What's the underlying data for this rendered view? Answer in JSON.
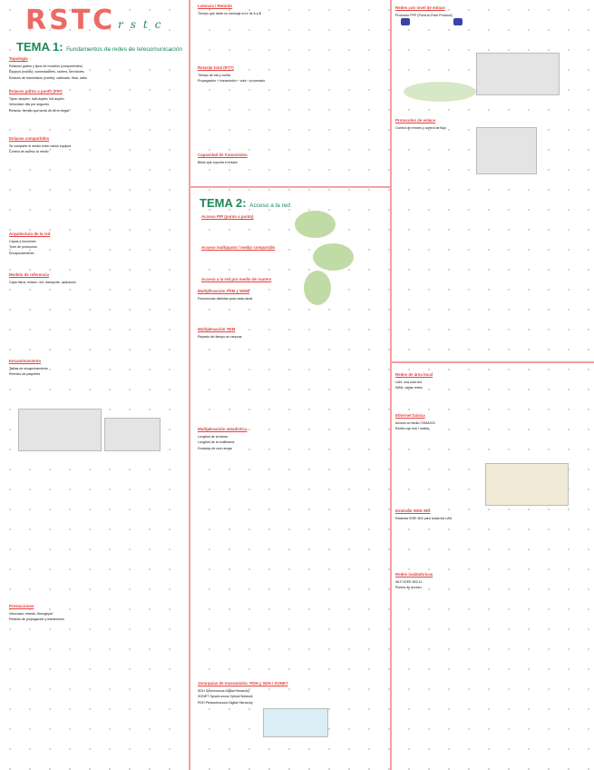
{
  "title": "RSTC",
  "subtitle": "rstc",
  "tema1": {
    "label": "TEMA 1:",
    "text": "Fundamentos de redes de telecomunicación"
  },
  "tema2": {
    "label": "TEMA 2:",
    "text": "Acceso a la red"
  },
  "col1": [
    {
      "heading": "Topología",
      "lines": [
        "Relación grafos y tipos de modelos (componentes)",
        "Equipos (nodos): conmutadores, routers, servidores",
        "Enlaces de transmisión (medio): cableado, fibra, radio"
      ]
    },
    {
      "heading": "Enlaces punto a punto (PtP)",
      "lines": [
        "Tipos: simplex, half-duplex, full-duplex",
        "Velocidad: bits por segundo",
        "Retardo: tiempo que tarda un bit en llegar"
      ]
    },
    {
      "heading": "Enlaces compartidos",
      "lines": [
        "Se comparte el medio entre varios equipos",
        "Control de acceso al medio"
      ]
    },
    {
      "heading": "Arquitectura de la red",
      "lines": [
        "Capas y funciones",
        "Torre de protocolos",
        "Encapsulamiento"
      ]
    },
    {
      "heading": "Modelo de referencia",
      "lines": [
        "Capa física, enlace, red, transporte, aplicación"
      ]
    },
    {
      "heading": "Encaminamiento",
      "lines": [
        "Tablas de encaminamiento",
        "Reenvío de paquetes"
      ]
    },
    {
      "heading": "Prestaciones",
      "lines": [
        "Velocidad, retardo, throughput",
        "Retardo de propagación y transmisión"
      ]
    }
  ],
  "col2": [
    {
      "heading": "Latencia / Retardo",
      "lines": [
        "Tiempo que tarda un mensaje en ir de A a B"
      ]
    },
    {
      "heading": "Retardo total (RTT)",
      "lines": [
        "Tiempo de ida y vuelta",
        "Propagación + transmisión + cola + procesado"
      ]
    },
    {
      "heading": "Capacidad de transmisión",
      "lines": [
        "Bits/s que soporta el enlace"
      ]
    },
    {
      "heading": "Multiplexación FDM y WDM",
      "lines": [
        "Frecuencias distintas para cada canal"
      ]
    },
    {
      "heading": "Multiplexación TDM",
      "lines": [
        "Reparto del tiempo en ranuras"
      ]
    },
    {
      "heading": "Multiplexación estadística",
      "lines": [
        "Longitud de la trama",
        "Longitud de la multitrama",
        "Duración de una ranura"
      ]
    },
    {
      "heading": "Jerarquías de transmisión: PDH y SDH / SONET",
      "lines": [
        "SDH  Synchronous Digital Hierarchy",
        "SONET  Synchronous Optical Network",
        "PDH  Plesiochronous Digital Hierarchy"
      ]
    }
  ],
  "col2_tema2": [
    {
      "heading": "Acceso PtP (punto a punto)",
      "lines": []
    },
    {
      "heading": "Acceso multipunto / medio compartido",
      "lines": []
    },
    {
      "heading": "Acceso a la red por medio de routers",
      "lines": []
    }
  ],
  "col3": [
    {
      "heading": "Redes con nivel de enlace",
      "lines": [
        "Protocolo PPP (Point-to-Point Protocol)"
      ]
    },
    {
      "heading": "Protocolos de enlace",
      "lines": [
        "Control de errores y control de flujo"
      ]
    },
    {
      "heading": "Redes de área local",
      "lines": [
        "LAN: una sola red",
        "WAN: varias redes"
      ]
    },
    {
      "heading": "Ethernet básica",
      "lines": [
        "Acceso al medio CSMA/CD",
        "Redes con hub / switch"
      ]
    },
    {
      "heading": "Estándar IEEE 802",
      "lines": [
        "Estándar IEEE 802 para todas las LAN"
      ]
    },
    {
      "heading": "Redes inalámbricas",
      "lines": [
        "Wi-Fi IEEE 802.11",
        "Puntos de acceso"
      ]
    }
  ]
}
